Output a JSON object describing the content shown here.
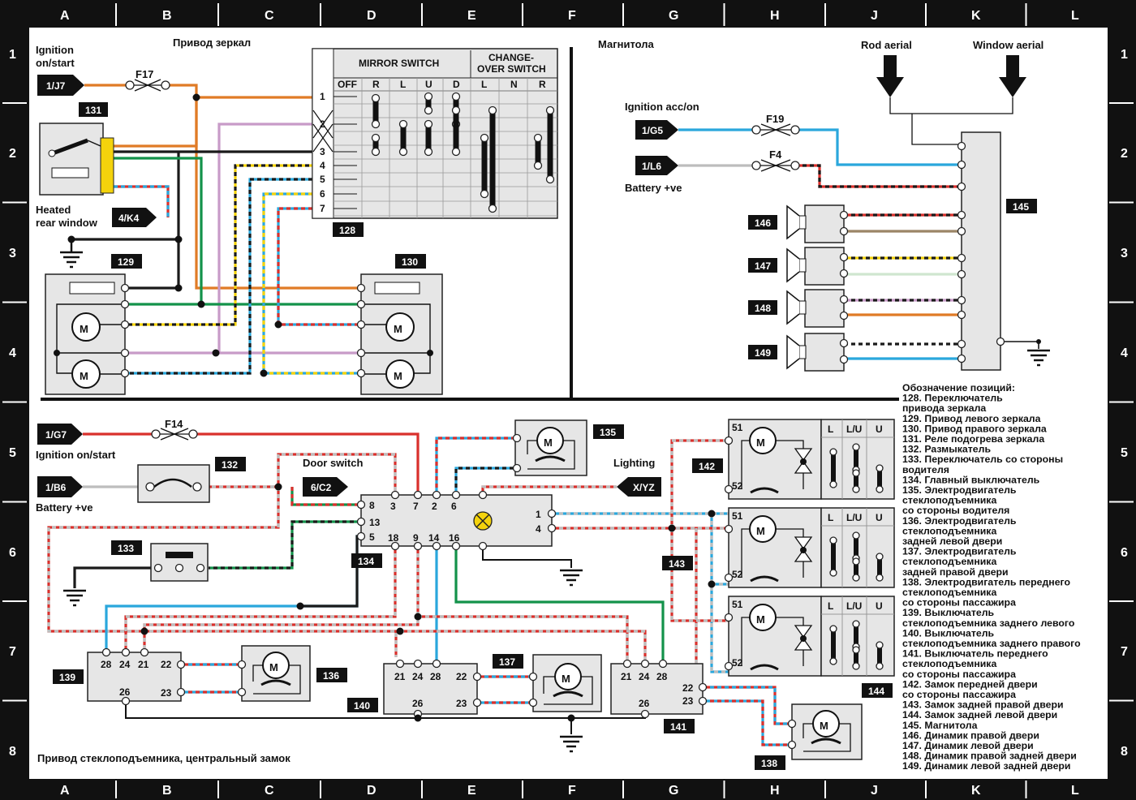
{
  "frame": {
    "columns": [
      "A",
      "B",
      "C",
      "D",
      "E",
      "F",
      "G",
      "H",
      "J",
      "K",
      "L"
    ],
    "rows": [
      "1",
      "2",
      "3",
      "4",
      "5",
      "6",
      "7",
      "8"
    ]
  },
  "titles": {
    "mirror_drive": "Привод зеркал",
    "radio": "Магнитола",
    "window_lock": "Привод стеклоподъемника, центральный замок"
  },
  "labels": {
    "ignition_on_start_1": "Ignition",
    "ignition_on_start_2": "on/start",
    "ignition_acc_on": "Ignition acc/on",
    "battery_ve_top": "Battery +ve",
    "heated_1": "Heated",
    "heated_2": "rear window",
    "rod_aerial": "Rod aerial",
    "window_aerial": "Window aerial",
    "ignition_bottom": "Ignition on/start",
    "battery_bottom": "Battery +ve",
    "door_switch": "Door switch",
    "lighting": "Lighting"
  },
  "connectors": {
    "j7": "1/J7",
    "k4": "4/K4",
    "g5": "1/G5",
    "l6": "1/L6",
    "g7": "1/G7",
    "b6": "1/B6",
    "c2": "6/C2",
    "xyz": "X/YZ"
  },
  "fuses": {
    "f17": "F17",
    "f19": "F19",
    "f4": "F4",
    "f14": "F14"
  },
  "switch_table": {
    "mirror_switch": "MIRROR SWITCH",
    "changeover_1": "CHANGE-",
    "changeover_2": "OVER SWITCH",
    "columns": [
      "OFF",
      "R",
      "L",
      "U",
      "D",
      "L",
      "N",
      "R"
    ],
    "rows": [
      "1",
      "2",
      "3",
      "4",
      "5",
      "6",
      "7"
    ]
  },
  "door_switch_cols": [
    "L",
    "L/U",
    "U"
  ],
  "components": {
    "c128": "128",
    "c129": "129",
    "c130": "130",
    "c131": "131",
    "c132": "132",
    "c133": "133",
    "c134": "134",
    "c135": "135",
    "c136": "136",
    "c137": "137",
    "c138": "138",
    "c139": "139",
    "c140": "140",
    "c141": "141",
    "c142": "142",
    "c143": "143",
    "c144": "144",
    "c145": "145",
    "c146": "146",
    "c147": "147",
    "c148": "148",
    "c149": "149"
  },
  "motor_symbol": "M",
  "pins": {
    "p134": [
      "8",
      "13",
      "5",
      "3",
      "7",
      "2",
      "6",
      "18",
      "9",
      "14",
      "16",
      "1",
      "4"
    ],
    "p139": [
      "28",
      "24",
      "21",
      "22",
      "23",
      "26"
    ],
    "p140": [
      "21",
      "24",
      "28",
      "22",
      "23",
      "26"
    ],
    "p141": [
      "21",
      "24",
      "28",
      "22",
      "23",
      "26"
    ],
    "p142": [
      "51",
      "52"
    ]
  },
  "legend": [
    "Обозначение позиций:",
    "128. Переключатель",
    "привода зеркала",
    "129. Привод левого зеркала",
    "130. Привод правого зеркала",
    "131. Реле подогрева зеркала",
    "132. Размыкатель",
    "133. Переключатель со стороны",
    "водителя",
    "134. Главный выключатель",
    "135. Электродвигатель",
    "стеклоподъемника",
    "со стороны водителя",
    "136. Электродвигатель",
    "стеклоподъемника",
    "задней левой двери",
    "137. Электродвигатель",
    "стеклоподъемника",
    "задней правой двери",
    "138. Электродвигатель переднего",
    "стеклоподъемника",
    "со стороны пассажира",
    "139. Выключатель",
    "стеклоподъемника заднего левого",
    "140. Выключатель",
    "стеклоподъемника заднего правого",
    "141. Выключатель переднего",
    "стеклоподъемника",
    "со стороны пассажира",
    "142. Замок передней двери",
    "со стороны пассажира",
    "143. Замок задней правой двери",
    "144. Замок задней левой двери",
    "145. Магнитола",
    "146. Динамик правой двери",
    "147. Динамик левой двери",
    "148. Динамик правой задней двери",
    "149. Динамик левой задней двери"
  ],
  "wire_colors": {
    "orange": "#e07b26",
    "green": "#13924a",
    "red": "#d9302c",
    "blue": "#2aa7dc",
    "yellow": "#f4d30c",
    "pink": "#c89bc8",
    "brown": "#9b8566",
    "black": "#1a1a1a",
    "grey": "#bdbdbd"
  }
}
